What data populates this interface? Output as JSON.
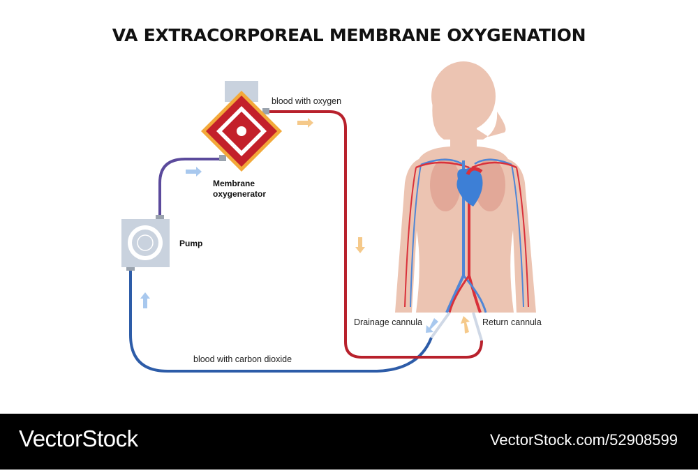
{
  "title": "VA EXTRACORPOREAL MEMBRANE OXYGENATION",
  "labels": {
    "blood_with_oxygen": "blood with oxygen",
    "membrane_oxygenerator_line1": "Membrane",
    "membrane_oxygenerator_line2": "oxygenerator",
    "pump": "Pump",
    "drainage_cannula": "Drainage cannula",
    "return_cannula": "Return cannula",
    "blood_with_carbon_dioxide": "blood with carbon dioxide"
  },
  "footer": {
    "brand": "VectorStock",
    "url": "VectorStock.com/52908599"
  },
  "colors": {
    "oxygenated": "#b8212c",
    "deoxygenated": "#2d5ca8",
    "pump_outlet": "#5b4a9c",
    "skin": "#ecc4b2",
    "arrow_blue": "#a8c8ee",
    "arrow_orange": "#f5c98a",
    "device_gray": "#c9d2de"
  }
}
